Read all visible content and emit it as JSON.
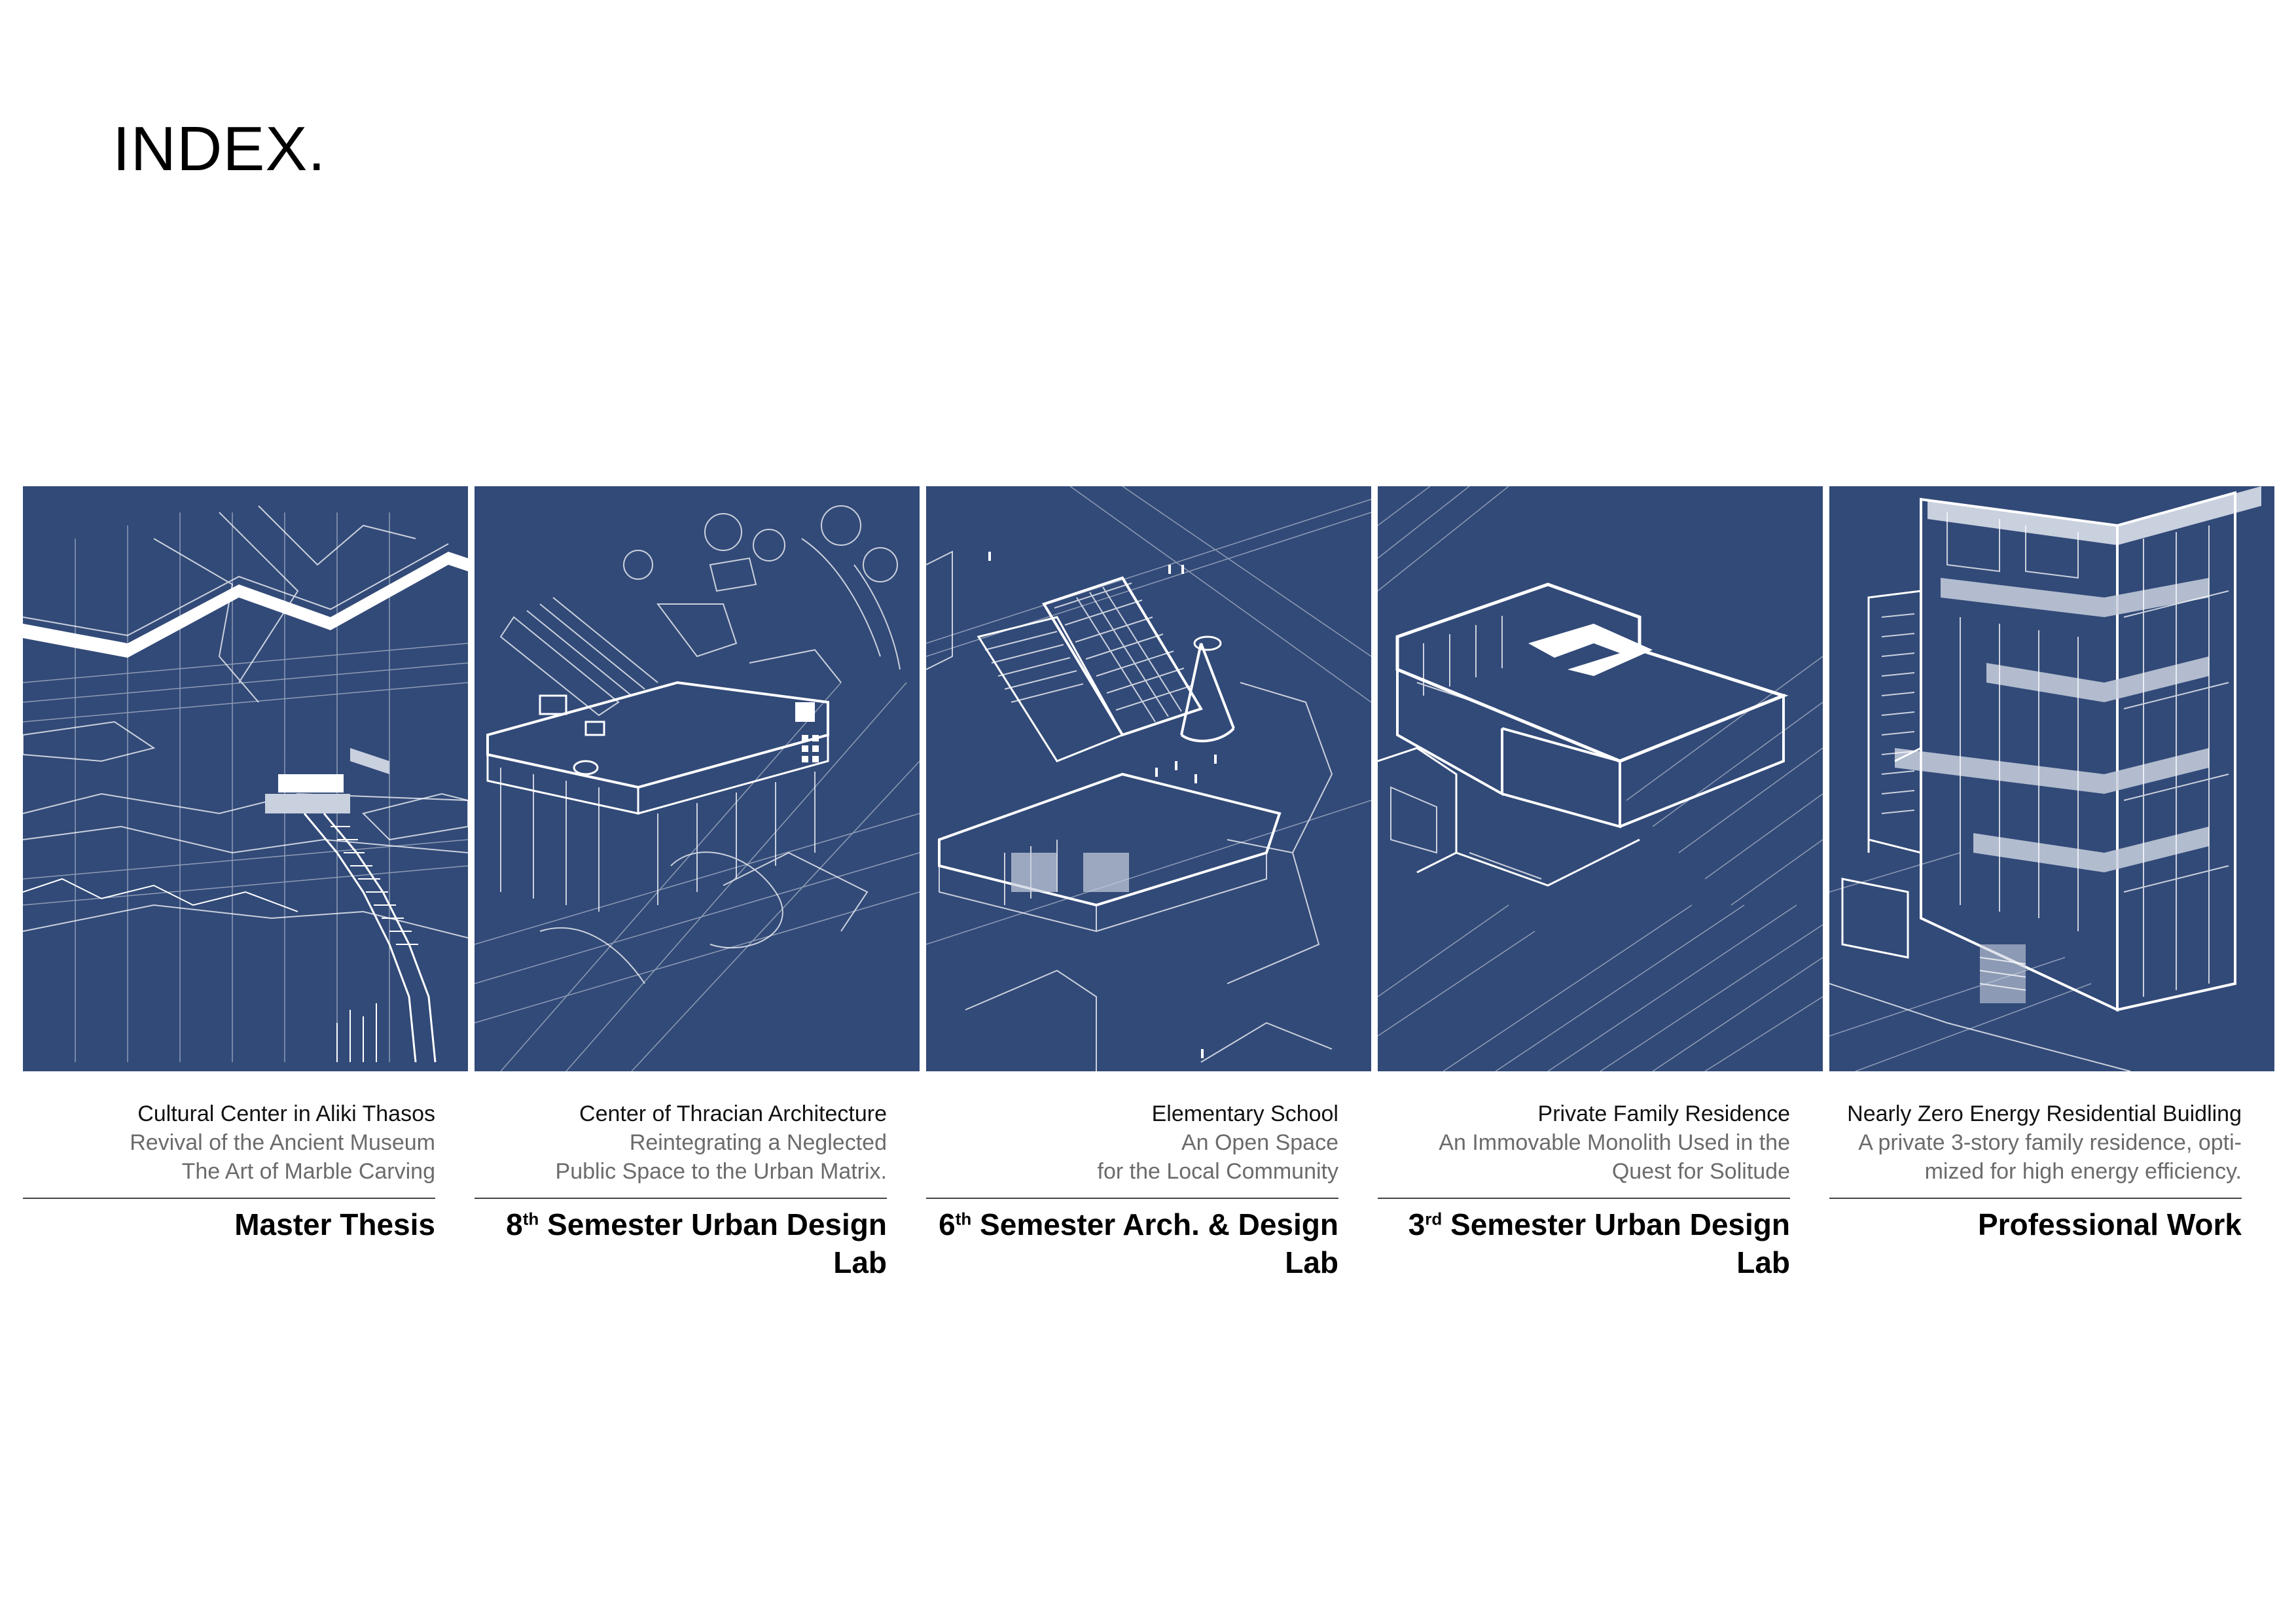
{
  "page": {
    "title": "INDEX."
  },
  "projects": [
    {
      "title": "Cultural Center in Aliki Thasos",
      "subtitle_lines": [
        "Revival of the Ancient Museum",
        "The Art of Marble Carving"
      ],
      "category_prefix": "",
      "category_sup": "",
      "category_text": "Master Thesis",
      "illustration_icon": "cultural-center-drawing"
    },
    {
      "title": "Center of Thracian Architecture",
      "subtitle_lines": [
        "Reintegrating a Neglected",
        "Public Space to the Urban Matrix."
      ],
      "category_prefix": "8",
      "category_sup": "th",
      "category_text": " Semester Urban Design Lab",
      "illustration_icon": "thracian-center-drawing"
    },
    {
      "title": "Elementary School",
      "subtitle_lines": [
        "An Open Space",
        "for the Local Community"
      ],
      "category_prefix": "6",
      "category_sup": "th",
      "category_text": " Semester Arch. & Design Lab",
      "illustration_icon": "school-drawing"
    },
    {
      "title": "Private Family Residence",
      "subtitle_lines": [
        "An Immovable Monolith Used in the",
        "Quest for Solitude"
      ],
      "category_prefix": "3",
      "category_sup": "rd",
      "category_text": " Semester Urban Design Lab",
      "illustration_icon": "residence-drawing"
    },
    {
      "title": "Nearly Zero Energy Residential Buidling",
      "subtitle_lines": [
        "A private 3-story family residence, opti-",
        "mized for high energy efficiency."
      ],
      "category_prefix": "",
      "category_sup": "",
      "category_text": "Professional Work",
      "illustration_icon": "nzeb-building-drawing"
    }
  ],
  "colors": {
    "panel_background": "#324a78",
    "line": "#ffffff",
    "subtitle_gray": "#6b6b6b"
  }
}
